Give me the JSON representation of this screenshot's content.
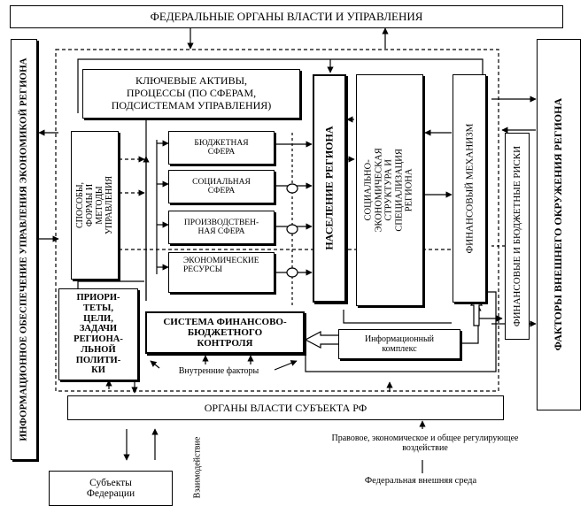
{
  "top_box": "ФЕДЕРАЛЬНЫЕ ОРГАНЫ ВЛАСТИ И УПРАВЛЕНИЯ",
  "left_vertical": "ИНФОРМАЦИОННОЕ ОБЕСПЕЧЕНИЕ УПРАВЛЕНИЯ ЭКОНОМИКОЙ РЕГИОНА",
  "right_vertical": "ФАКТОРЫ ВНЕШНЕГО ОКРУЖЕНИЯ РЕГИОНА",
  "key_assets": [
    "КЛЮЧЕВЫЕ АКТИВЫ,",
    "ПРОЦЕССЫ (ПО СФЕРАМ,",
    "ПОДСИСТЕМАМ УПРАВЛЕНИЯ)"
  ],
  "methods": "СПОСОБЫ, ФОРМЫ И МЕТОДЫ УПРАВЛЕНИЯ",
  "spheres": {
    "budget": [
      "БЮДЖЕТНАЯ",
      "СФЕРА"
    ],
    "social": [
      "СОЦИАЛЬНАЯ",
      "СФЕРА"
    ],
    "production": [
      "ПРОИЗВОДСТВЕН-",
      "НАЯ СФЕРА"
    ],
    "economic": [
      "ЭКОНОМИЧЕСКИЕ",
      "РЕСУРСЫ"
    ]
  },
  "population": "НАСЕЛЕНИЕ РЕГИОНА",
  "socio_structure": "СОЦИАЛЬНО-ЭКОНОМИЧЕСКАЯ СТРУКТУРА И СПЕЦИАЛИЗАЦИЯ РЕГИОНА",
  "financial_mechanism": "ФИНАНСОВЫЙ МЕХАНИЗМ",
  "financial_risks": "ФИНАНСОВЫЕ И БЮДЖЕТНЫЕ РИСКИ",
  "priorities": [
    "ПРИОРИ-",
    "ТЕТЫ,",
    "ЦЕЛИ,",
    "ЗАДАЧИ",
    "РЕГИОНА-",
    "ЛЬНОЙ",
    "ПОЛИТИ-",
    "КИ"
  ],
  "control_system": [
    "СИСТЕМА ФИНАНСОВО-",
    "БЮДЖЕТНОГО",
    "КОНТРОЛЯ"
  ],
  "info_complex": [
    "Информационный",
    "комплекс"
  ],
  "internal_factors": "Внутренние факторы",
  "regional_authorities": "ОРГАНЫ ВЛАСТИ СУБЪЕКТА РФ",
  "subjects": [
    "Субъекты",
    "Федерации"
  ],
  "interaction": "Взаимодействие",
  "regulation": [
    "Правовое, экономическое и общее регулирующее",
    "воздействие"
  ],
  "external_env": "Федеральная внешняя среда"
}
